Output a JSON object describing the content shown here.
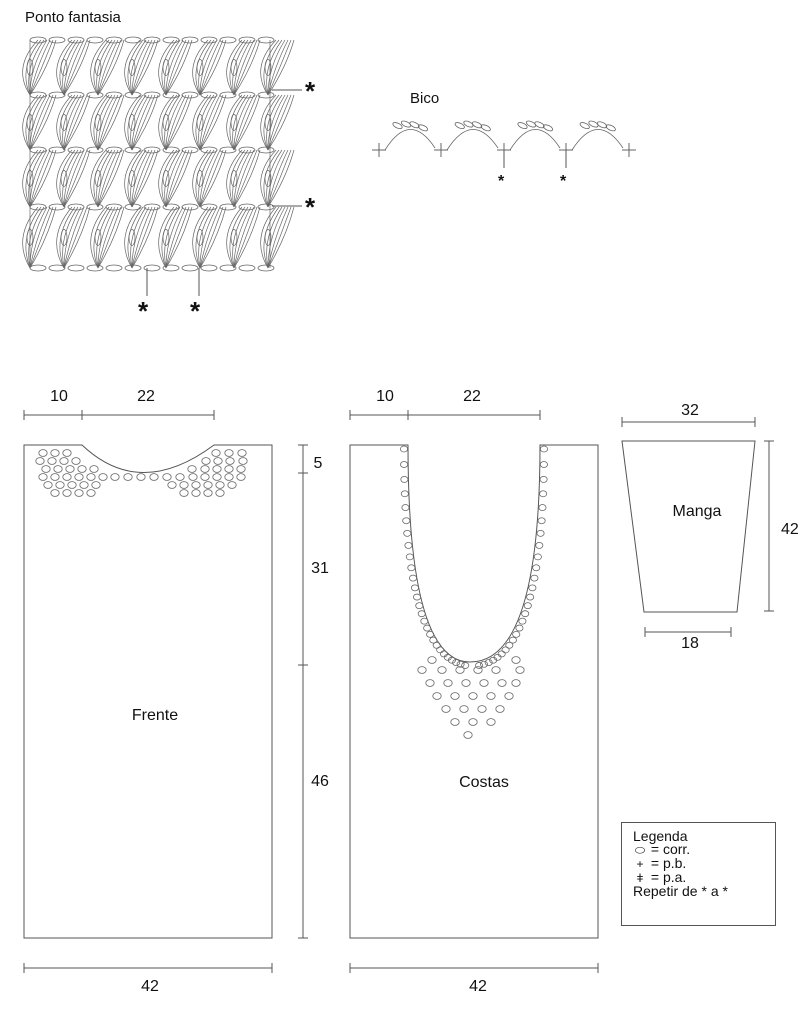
{
  "stitch_chart": {
    "title": "Ponto fantasia",
    "repeat_mark": "*"
  },
  "edging": {
    "title": "Bico",
    "repeat_mark": "*"
  },
  "front": {
    "label": "Frente",
    "top_widths": [
      "10",
      "22"
    ],
    "bottom_width": "42",
    "heights": [
      "5",
      "31",
      "46"
    ]
  },
  "back": {
    "label": "Costas",
    "top_widths": [
      "10",
      "22"
    ],
    "bottom_width": "42"
  },
  "sleeve": {
    "label": "Manga",
    "top_width": "32",
    "bottom_width": "18",
    "height": "42"
  },
  "legend": {
    "title": "Legenda",
    "items": [
      {
        "symbol": "chain-oval-icon",
        "glyph": "⬭",
        "text": "= corr."
      },
      {
        "symbol": "cross-icon",
        "glyph": "+",
        "text": "= p.b."
      },
      {
        "symbol": "treble-icon",
        "glyph": "ǂ",
        "text": "= p.a."
      }
    ],
    "repeat_note": "Repetir de * a *"
  },
  "colors": {
    "line": "#555555",
    "ink": "#111111"
  }
}
